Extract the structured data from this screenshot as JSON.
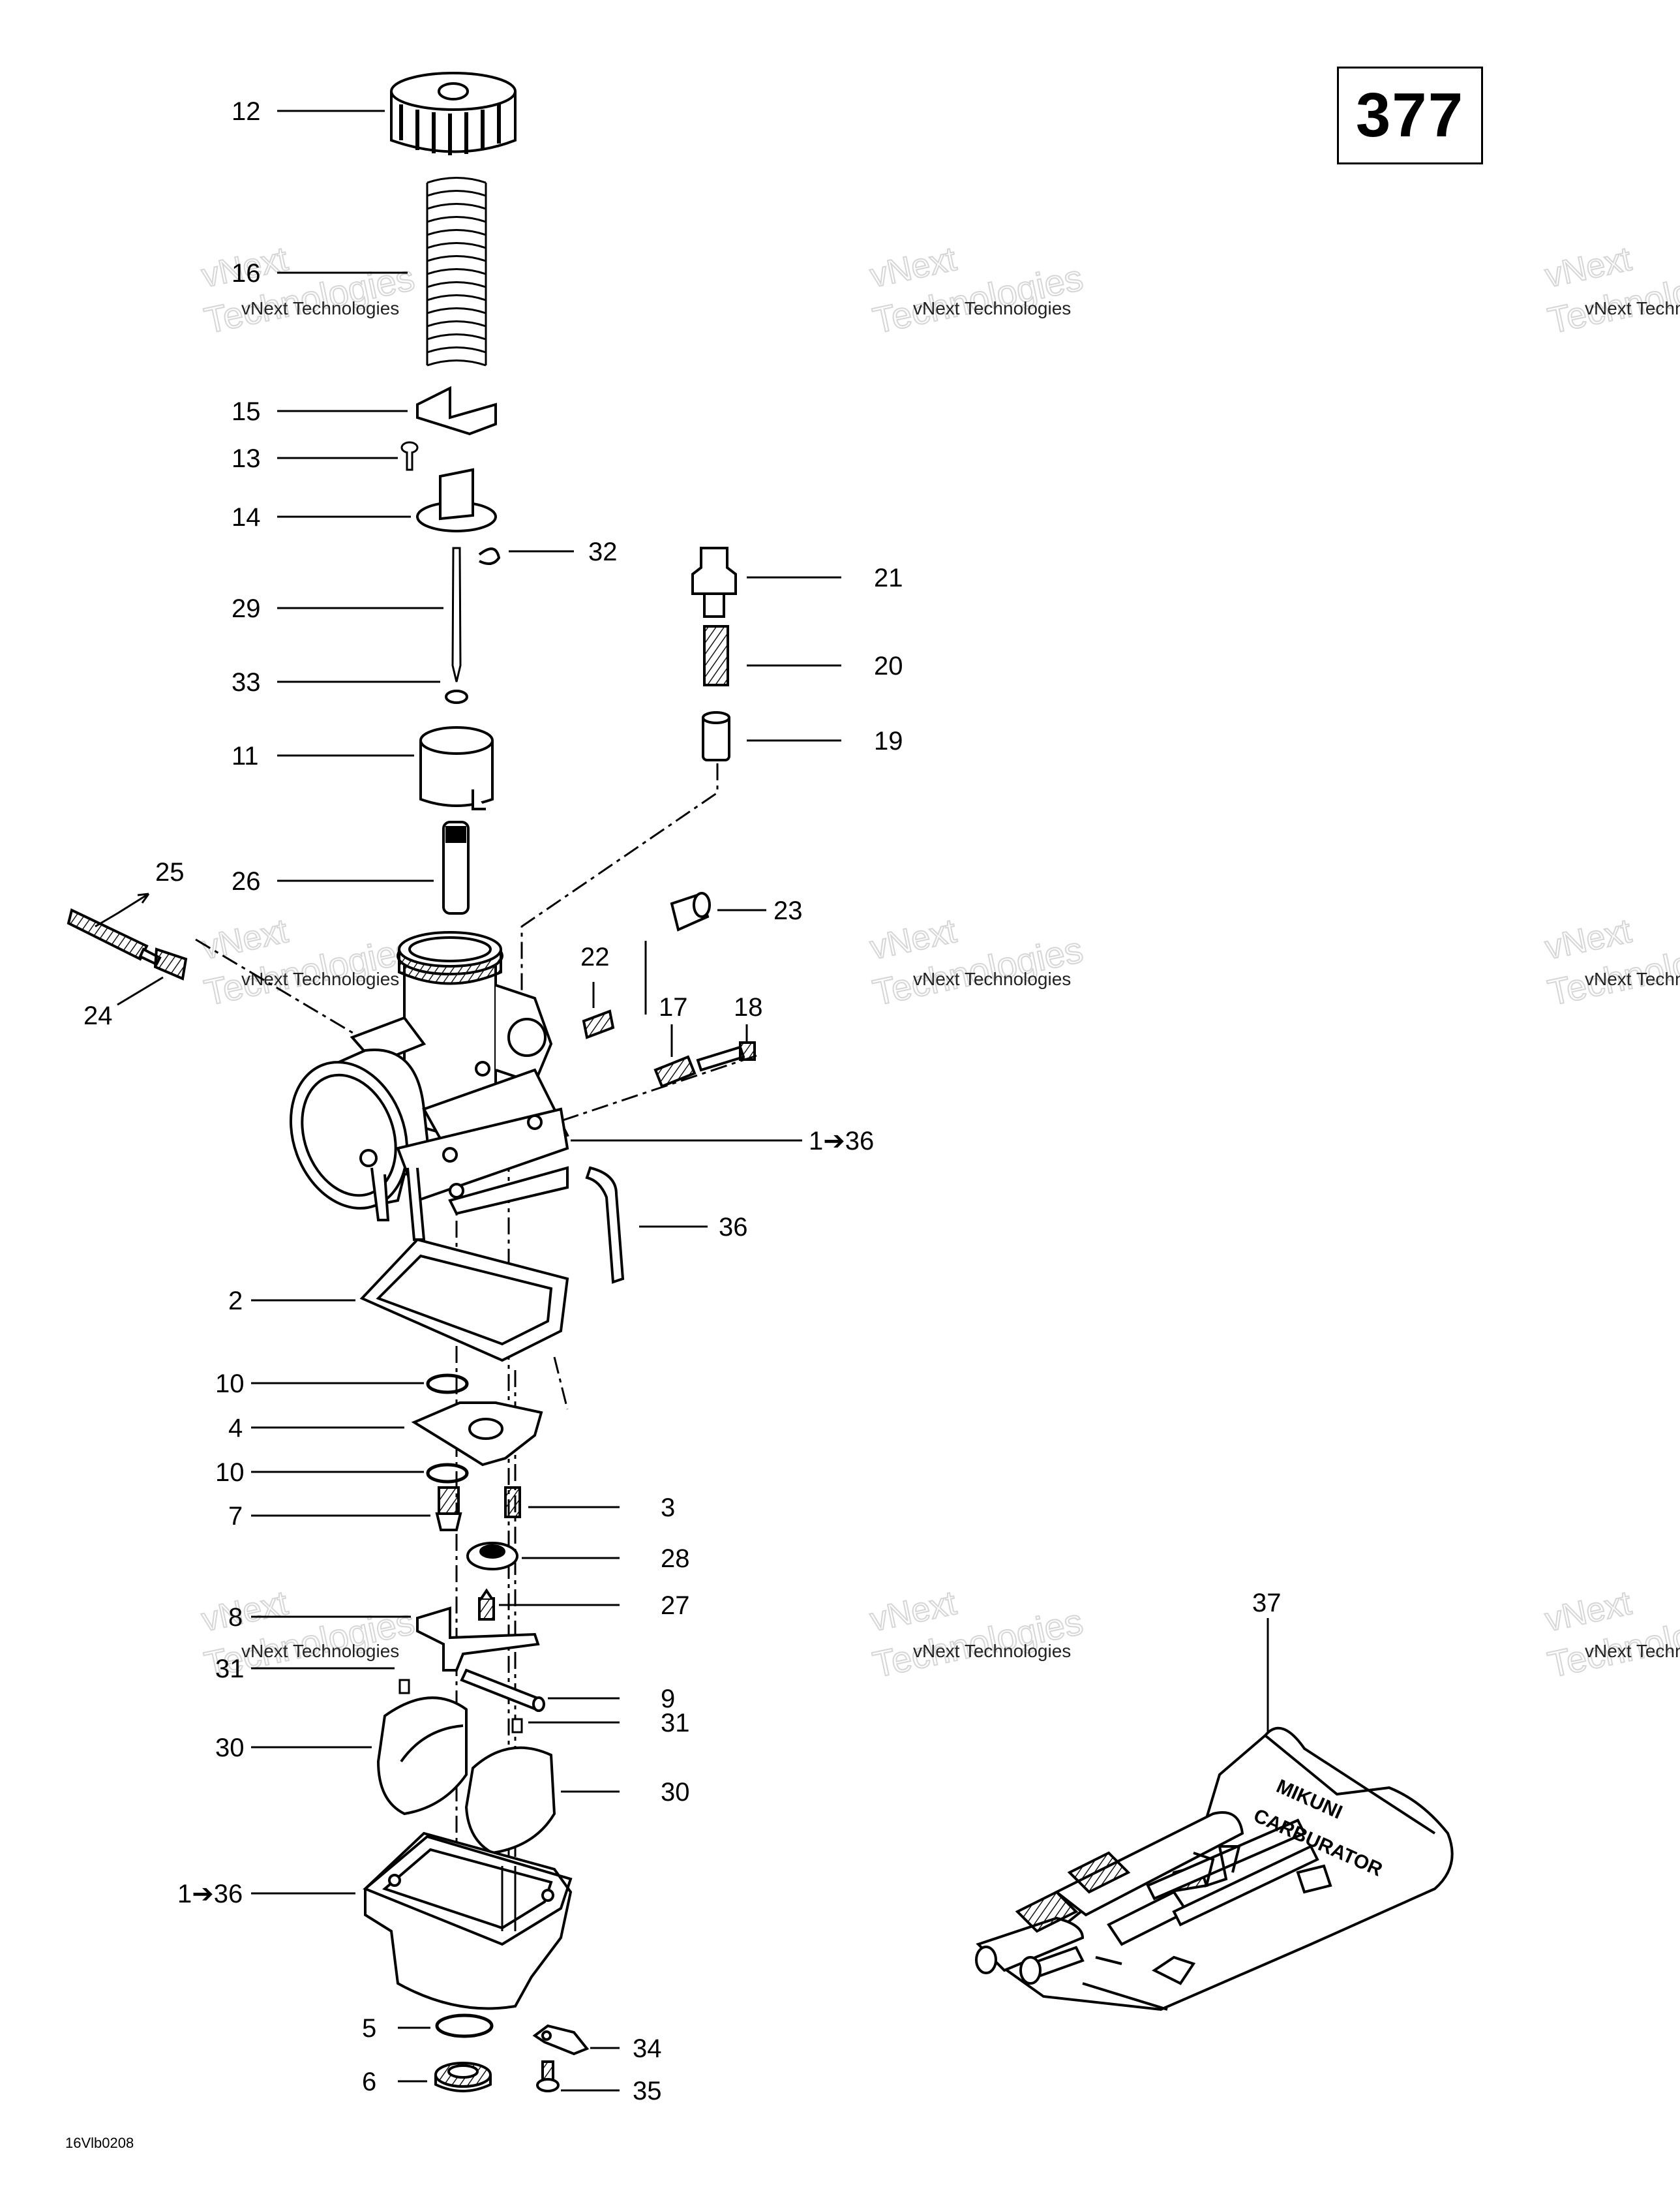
{
  "page_number": "377",
  "drawing_code": "16Vlb0208",
  "watermark": [
    "vNext Technologies",
    "vNext",
    "Technologies"
  ],
  "kit_label": [
    "MIKUNI",
    "CARBURATOR"
  ],
  "callouts": [
    "12",
    "16",
    "15",
    "13",
    "14",
    "32",
    "29",
    "33",
    "11",
    "26",
    "21",
    "20",
    "19",
    "25",
    "24",
    "23",
    "22",
    "17",
    "18",
    "1➔36",
    "36",
    "2",
    "10",
    "4",
    "10",
    "7",
    "3",
    "28",
    "8",
    "27",
    "31",
    "9",
    "31",
    "30",
    "30",
    "1➔36",
    "5",
    "34",
    "6",
    "35",
    "37"
  ]
}
